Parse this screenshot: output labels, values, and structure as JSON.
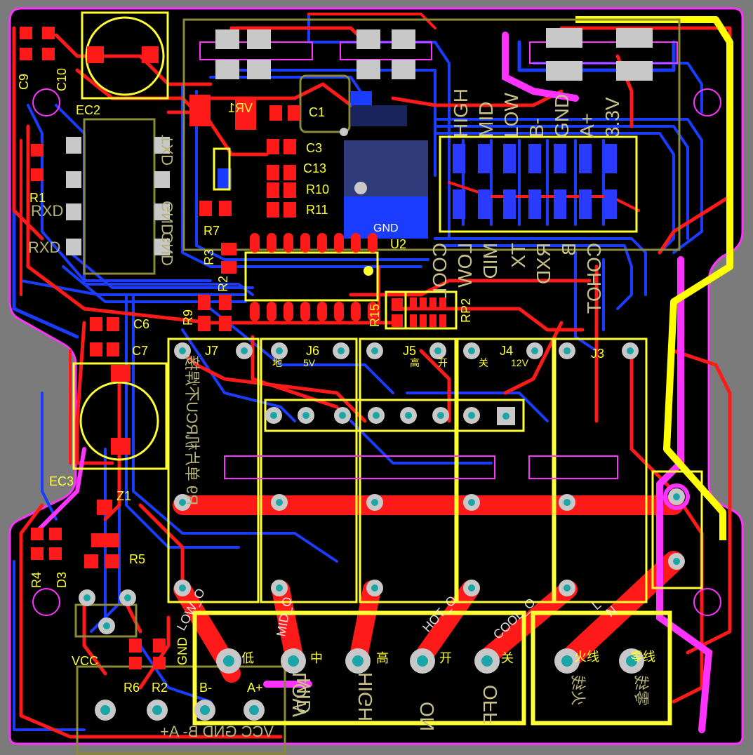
{
  "board": {
    "colors": {
      "background": "#7b7b7b",
      "board": "#000000",
      "top_copper": "#ff1a1a",
      "bottom_copper": "#1a3cff",
      "silkscreen": "#ffff33",
      "bottom_silk": "#8a8a3a",
      "outline": "#ff33ff",
      "pad": "#c8c8c8",
      "via": "#1aa6a6"
    }
  },
  "designators": {
    "c9": "C9",
    "c10": "C10",
    "ec2": "EC2",
    "vr1": "VR1",
    "c1": "C1",
    "c3": "C3",
    "c13": "C13",
    "r10": "R10",
    "r11": "R11",
    "r7": "R7",
    "r1": "R1",
    "r3": "R3",
    "r9": "R9",
    "r2a": "R2",
    "u2": "U2",
    "r15": "R15",
    "rp2": "RP2",
    "c6": "C6",
    "c7": "C7",
    "ec3": "EC3",
    "z1": "Z1",
    "r4": "R4",
    "d3": "D3",
    "r5": "R5",
    "r6": "R6",
    "r2b": "R2",
    "j7": "J7",
    "j6": "J6",
    "j5": "J5",
    "j4": "J4",
    "j3": "J3"
  },
  "silk_text": {
    "top_right": [
      "HIGH",
      "MID",
      "LOW",
      "B-",
      "GND",
      "A+",
      "3.3V"
    ],
    "bottom_right_mirror": [
      "COOL",
      "LOW",
      "MID",
      "TX",
      "RXD",
      "B",
      "COHOT"
    ],
    "left_mirror": [
      "TXD",
      "RXD",
      "RXD",
      "GND",
      "GND"
    ],
    "j_labels": [
      "地",
      "5V",
      "高",
      "开",
      "关",
      "12V"
    ],
    "terminal_top": [
      "低",
      "中",
      "高",
      "开",
      "关"
    ],
    "terminal_mains": [
      "火线",
      "零线"
    ],
    "vcc": "VCC",
    "gnd": "GND",
    "bminus": "B-",
    "aplus": "A+",
    "bottom_mirror": "VCC GND B- A+",
    "rotated_bottom": [
      "LOW",
      "MID",
      "HIGH",
      "ON",
      "OFF"
    ],
    "rotated_q": [
      "LOW_O",
      "MID_O",
      "HOT_O",
      "COOL_O",
      "L",
      "N"
    ],
    "mains_mirror": [
      "火线",
      "零线"
    ],
    "mirror_vertical": "R9 单片机RCU不焊接",
    "gnd_pad": "GND"
  },
  "icons": {
    "mounting_hole": "mounting-hole-icon",
    "via": "via-icon",
    "pad": "pad-icon"
  }
}
